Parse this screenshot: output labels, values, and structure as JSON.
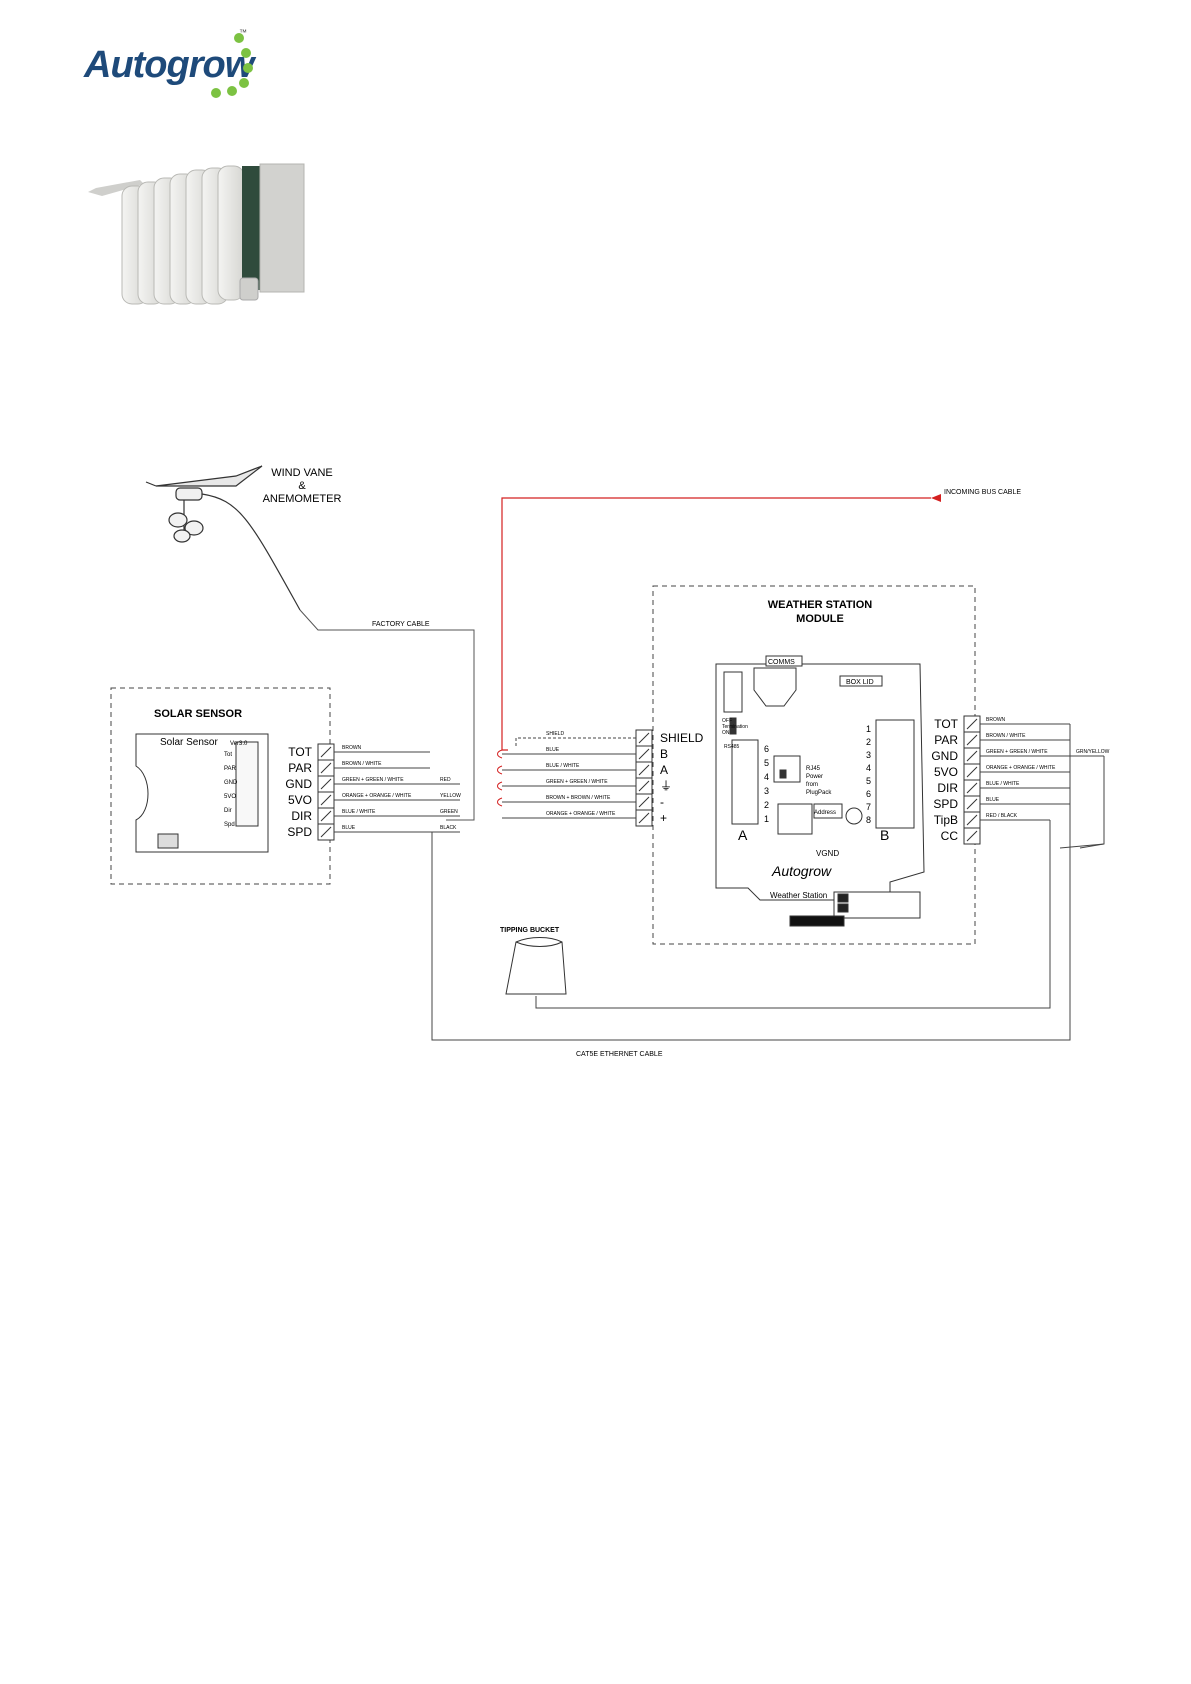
{
  "brand": {
    "name": "Autogrow",
    "trademark": "™",
    "accent": "#1e4a7a",
    "dot_color": "#7cc242"
  },
  "wind": {
    "label_line1": "WIND VANE",
    "label_line2": "&",
    "label_line3": "ANEMOMETER",
    "cable": "FACTORY CABLE"
  },
  "bus": {
    "incoming": "INCOMING BUS CABLE",
    "color": "#d42020"
  },
  "solar": {
    "title": "SOLAR SENSOR",
    "board_name": "Solar Sensor",
    "board_version": "Ver3.0",
    "terminals": [
      "TOT",
      "PAR",
      "GND",
      "5VO",
      "DIR",
      "SPD"
    ],
    "pins": [
      "Tot",
      "PAR",
      "GND",
      "5VO",
      "Dir",
      "Spd"
    ],
    "wires": [
      "BROWN",
      "BROWN / WHITE",
      "GREEN + GREEN / WHITE",
      "ORANGE + ORANGE / WHITE",
      "BLUE / WHITE",
      "BLUE"
    ],
    "colors": [
      "RED",
      "YELLOW",
      "GREEN",
      "BLACK"
    ]
  },
  "module": {
    "title_line1": "WEATHER STATION",
    "title_line2": "MODULE",
    "left_terminals": [
      "SHIELD",
      "B",
      "A",
      "⏚",
      "-",
      "+"
    ],
    "left_wires": [
      "SHIELD",
      "BLUE",
      "BLUE / WHITE",
      "GREEN + GREEN / WHITE",
      "BROWN + BROWN / WHITE",
      "ORANGE + ORANGE / WHITE"
    ],
    "right_terminals": [
      "TOT",
      "PAR",
      "GND",
      "5VO",
      "DIR",
      "SPD",
      "TipB",
      "CC"
    ],
    "right_wires": [
      "BROWN",
      "BROWN / WHITE",
      "GREEN + GREEN / WHITE",
      "ORANGE + ORANGE / WHITE",
      "BLUE / WHITE",
      "BLUE",
      "RED / BLACK"
    ],
    "right_extra": "GRN/YELLOW",
    "board": {
      "comms": "COMMS",
      "box_lid": "BOX LID",
      "rs485": "RS485",
      "power_lines": [
        "RJ45",
        "Power",
        "from",
        "PlugPack"
      ],
      "address": "Address",
      "vgnd": "VGND",
      "off_on": [
        "OFF",
        "Termination",
        "ON"
      ],
      "brand": "Autogrow",
      "product": "Weather Station",
      "left_nums": [
        "6",
        "5",
        "4",
        "3",
        "2",
        "1"
      ],
      "right_nums": [
        "1",
        "2",
        "3",
        "4",
        "5",
        "6",
        "7",
        "8"
      ],
      "letter_a": "A",
      "letter_b": "B"
    }
  },
  "tipping": {
    "label": "TIPPING BUCKET"
  },
  "ethernet": {
    "label": "CAT5E ETHERNET CABLE"
  }
}
